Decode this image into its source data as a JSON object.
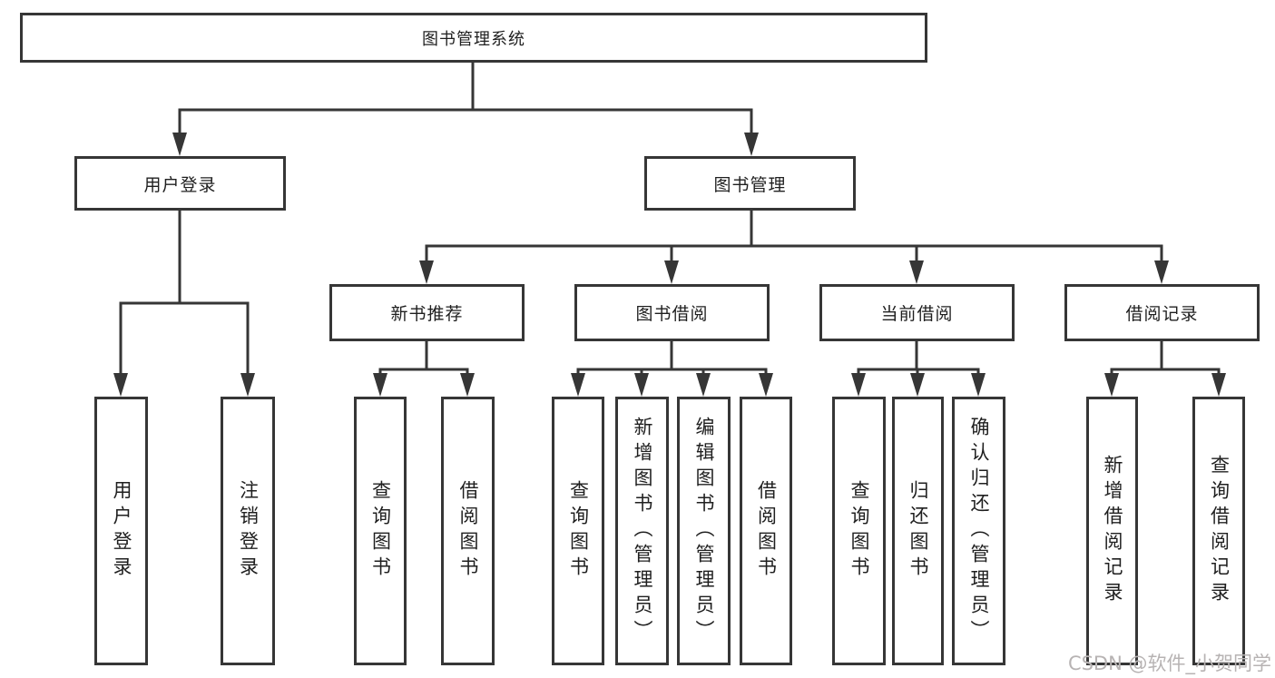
{
  "tree": {
    "label": "图书管理系统",
    "children": [
      {
        "label": "用户登录",
        "children": [
          {
            "label": "用户登录"
          },
          {
            "label": "注销登录"
          }
        ]
      },
      {
        "label": "图书管理",
        "children": [
          {
            "label": "新书推荐",
            "children": [
              {
                "label": "查询图书"
              },
              {
                "label": "借阅图书"
              }
            ]
          },
          {
            "label": "图书借阅",
            "children": [
              {
                "label": "查询图书"
              },
              {
                "label": "新增图书（管理员）"
              },
              {
                "label": "编辑图书（管理员）"
              },
              {
                "label": "借阅图书"
              }
            ]
          },
          {
            "label": "当前借阅",
            "children": [
              {
                "label": "查询图书"
              },
              {
                "label": "归还图书"
              },
              {
                "label": "确认归还（管理员）"
              }
            ]
          },
          {
            "label": "借阅记录",
            "children": [
              {
                "label": "新增借阅记录"
              },
              {
                "label": "查询借阅记录"
              }
            ]
          }
        ]
      }
    ]
  },
  "watermark": {
    "text": "CSDN @软件_小贺同学"
  },
  "colors": {
    "line": "#363636",
    "text": "#1f1f1f",
    "watermark": "#b7b3b3",
    "background": "#ffffff"
  }
}
